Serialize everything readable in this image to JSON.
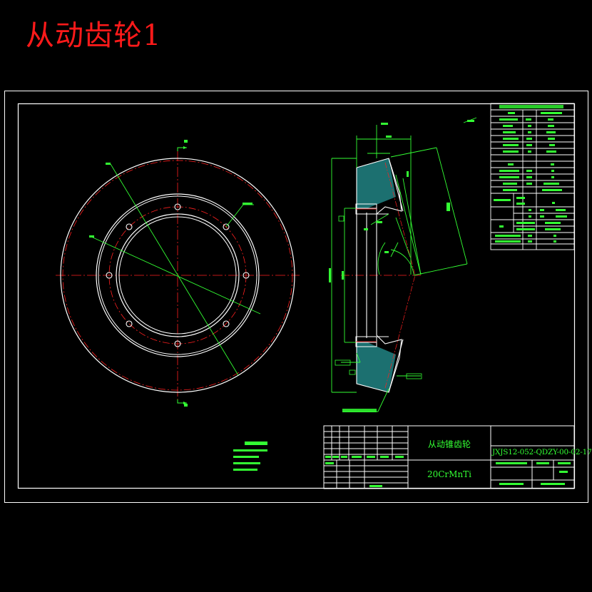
{
  "header": {
    "title": "从动齿轮1"
  },
  "title_block": {
    "part_name": "从动锥齿轮",
    "material": "20CrMnTi",
    "drawing_number": "JXJS12-052-QDZY-00-02-17"
  },
  "colors": {
    "background": "#000000",
    "title": "#ff1a1a",
    "frame": "#ffffff",
    "annotation": "#33ff33",
    "centerline": "#ff2020",
    "section_hatch": "#33cccc"
  }
}
